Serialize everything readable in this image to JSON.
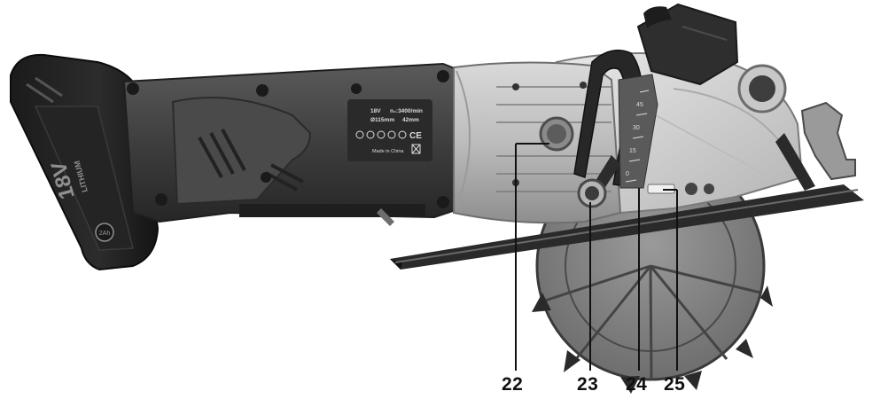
{
  "label_plate": {
    "voltage": "18V",
    "speed": "n₀:3400/min",
    "blade": "Ø115mm",
    "depth": "42mm",
    "ce": "CE",
    "origin": "Made in China"
  },
  "battery": {
    "voltage_text": "18V",
    "chemistry_text": "LITHIUM",
    "capacity_text": "2Ah"
  },
  "scale_marks": [
    "45",
    "30",
    "15",
    "0"
  ],
  "callouts": [
    "22",
    "23",
    "24",
    "25"
  ]
}
